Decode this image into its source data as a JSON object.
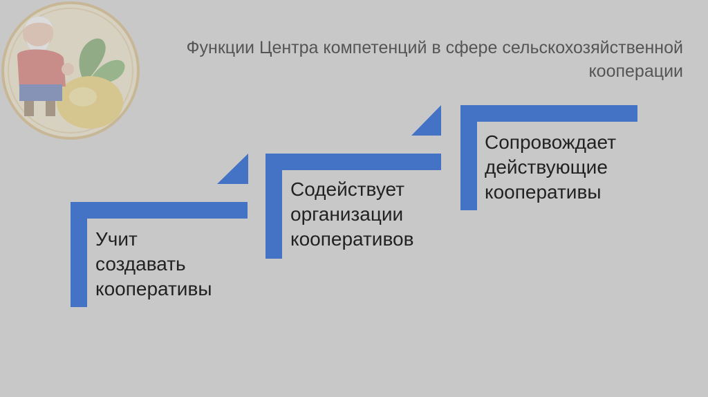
{
  "slide": {
    "title_lines": [
      "Функции Центра компетенций в сфере сельскохозяйственной",
      "кооперации"
    ]
  },
  "steps": [
    {
      "lines": [
        "Учит",
        "создавать",
        "кооперативы"
      ]
    },
    {
      "lines": [
        "Содействует",
        "организации",
        "кооперативов"
      ]
    },
    {
      "lines": [
        "Сопровождает",
        "действующие",
        "кооперативы"
      ]
    }
  ],
  "colors": {
    "background": "#c8c8c8",
    "accent": "#4472c4",
    "title_text": "#555555",
    "body_text": "#222222"
  },
  "icons": {
    "logo": "grandfather-turnip-logo"
  }
}
